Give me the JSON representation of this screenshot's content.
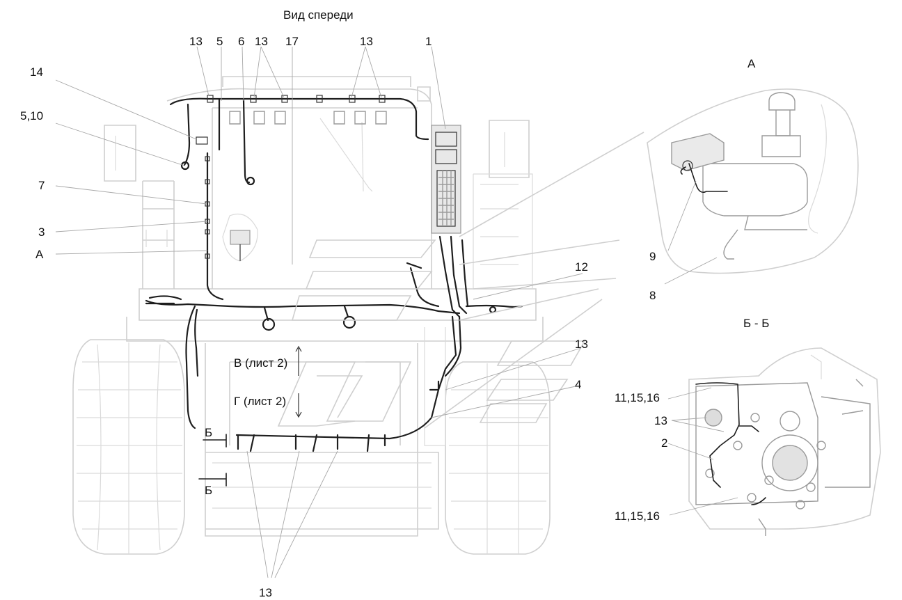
{
  "diagram": {
    "title": "Вид спереди",
    "views": {
      "a_title": "А",
      "bb_title": "Б - Б"
    },
    "callouts": {
      "c13_top_left": "13",
      "c5_top": "5",
      "c6_top": "6",
      "c13_top_mid": "13",
      "c17_top": "17",
      "c13_top_right": "13",
      "c1_top": "1",
      "c14": "14",
      "c5_10": "5,10",
      "c7": "7",
      "c3": "3",
      "cA_left": "А",
      "c12": "12",
      "c13_right": "13",
      "c4": "4",
      "c9": "9",
      "c8": "8",
      "c11_15_16_top": "11,15,16",
      "c13_bb": "13",
      "c2": "2",
      "c11_15_16_bottom": "11,15,16",
      "c13_bottom": "13"
    },
    "section_refs": {
      "v_sheet": "В (лист 2)",
      "g_sheet": "Г (лист 2)",
      "b_upper": "Б",
      "b_lower": "Б"
    }
  },
  "colors": {
    "harness": "#1e1e1e",
    "ghost": "#cfcfcf",
    "text": "#111111"
  }
}
